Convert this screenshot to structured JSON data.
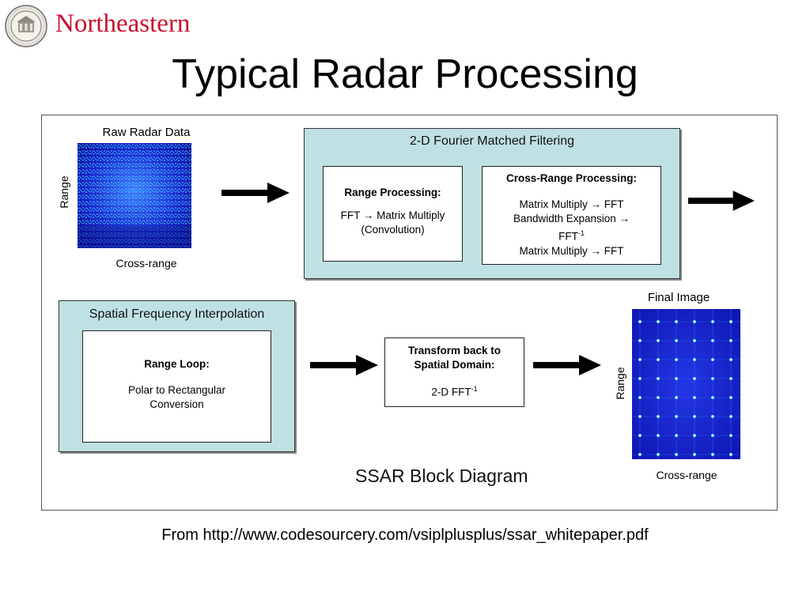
{
  "header": {
    "seal_text": "NORTHEASTERN",
    "brand": "Northeastern",
    "title": "Typical Radar Processing"
  },
  "diagram": {
    "raw_image": {
      "title": "Raw Radar Data",
      "xlabel": "Cross-range",
      "ylabel": "Range"
    },
    "fourier_panel": {
      "title": "2-D Fourier Matched Filtering",
      "range_box": {
        "heading": "Range Processing:",
        "line1": "FFT → Matrix Multiply",
        "line2": "(Convolution)"
      },
      "cross_box": {
        "heading": "Cross-Range Processing:",
        "line1": "Matrix Multiply → FFT",
        "line2": "Bandwidth Expansion →",
        "line3_base": "FFT",
        "line3_sup": "-1",
        "line4": "Matrix Multiply → FFT"
      }
    },
    "interp_panel": {
      "title": "Spatial Frequency Interpolation",
      "box": {
        "heading": "Range Loop:",
        "line1": "Polar to Rectangular",
        "line2": "Conversion"
      }
    },
    "transform_box": {
      "heading1": "Transform back to",
      "heading2": "Spatial Domain:",
      "line_base": "2-D FFT",
      "line_sup": "-1"
    },
    "final_image": {
      "title": "Final Image",
      "xlabel": "Cross-range",
      "ylabel": "Range"
    },
    "caption": "SSAR Block Diagram"
  },
  "source": "From http://www.codesourcery.com/vsiplplusplus/ssar_whitepaper.pdf",
  "colors": {
    "brand": "#c8102e",
    "panel": "#bfe1e3",
    "image_blue": "#1a2ad8"
  }
}
